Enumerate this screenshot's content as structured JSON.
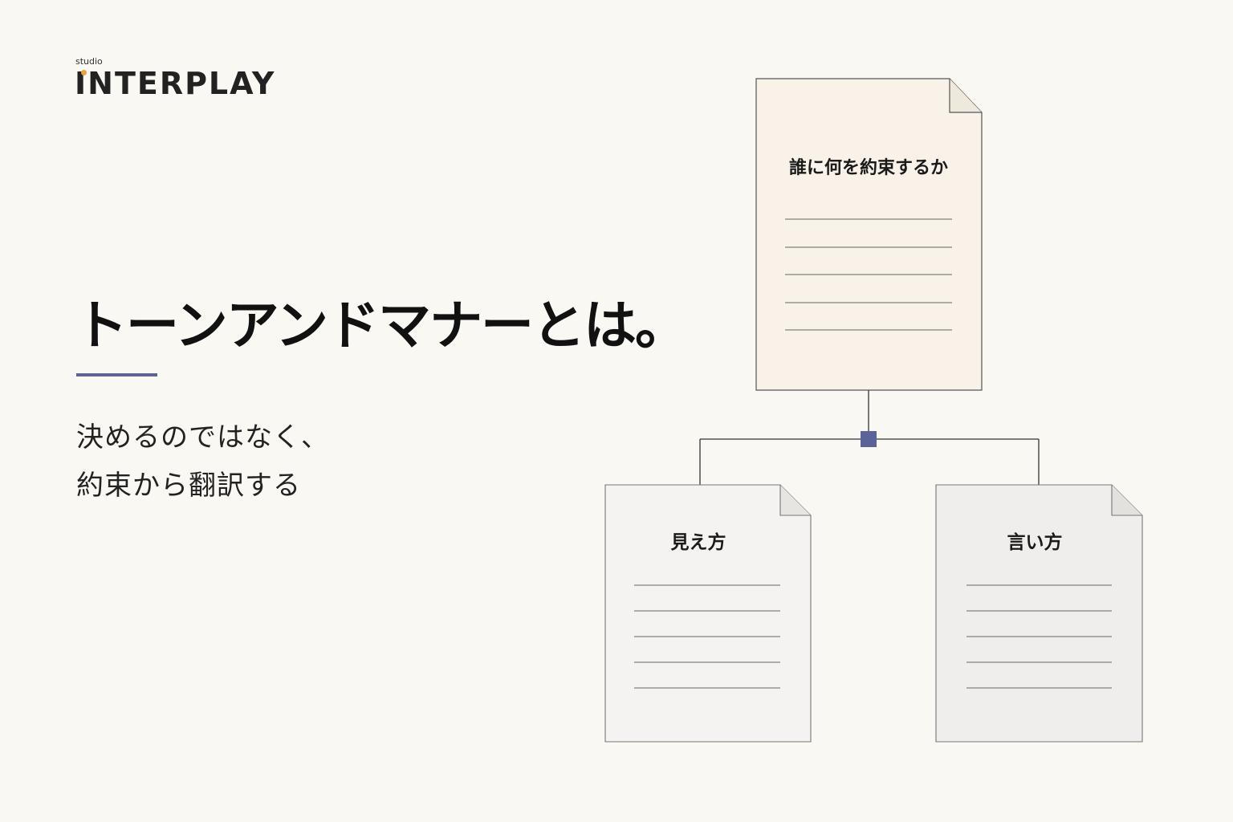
{
  "brand": {
    "prefix": "studio",
    "name": "INTERPLAY",
    "dot_color": "#e8a33a"
  },
  "headline": "トーンアンドマナーとは。",
  "subcopy": {
    "line1": "決めるのではなく、",
    "line2": "約束から翻訳する"
  },
  "accent_color": "#5c6399",
  "diagram": {
    "root": {
      "label": "誰に何を約束するか",
      "fill": "#f8f2e8"
    },
    "children": [
      {
        "label": "見え方",
        "fill": "#f4f3f1"
      },
      {
        "label": "言い方",
        "fill": "#efeeec"
      }
    ],
    "connector_color": "#333333",
    "junction_color": "#5c6399"
  }
}
